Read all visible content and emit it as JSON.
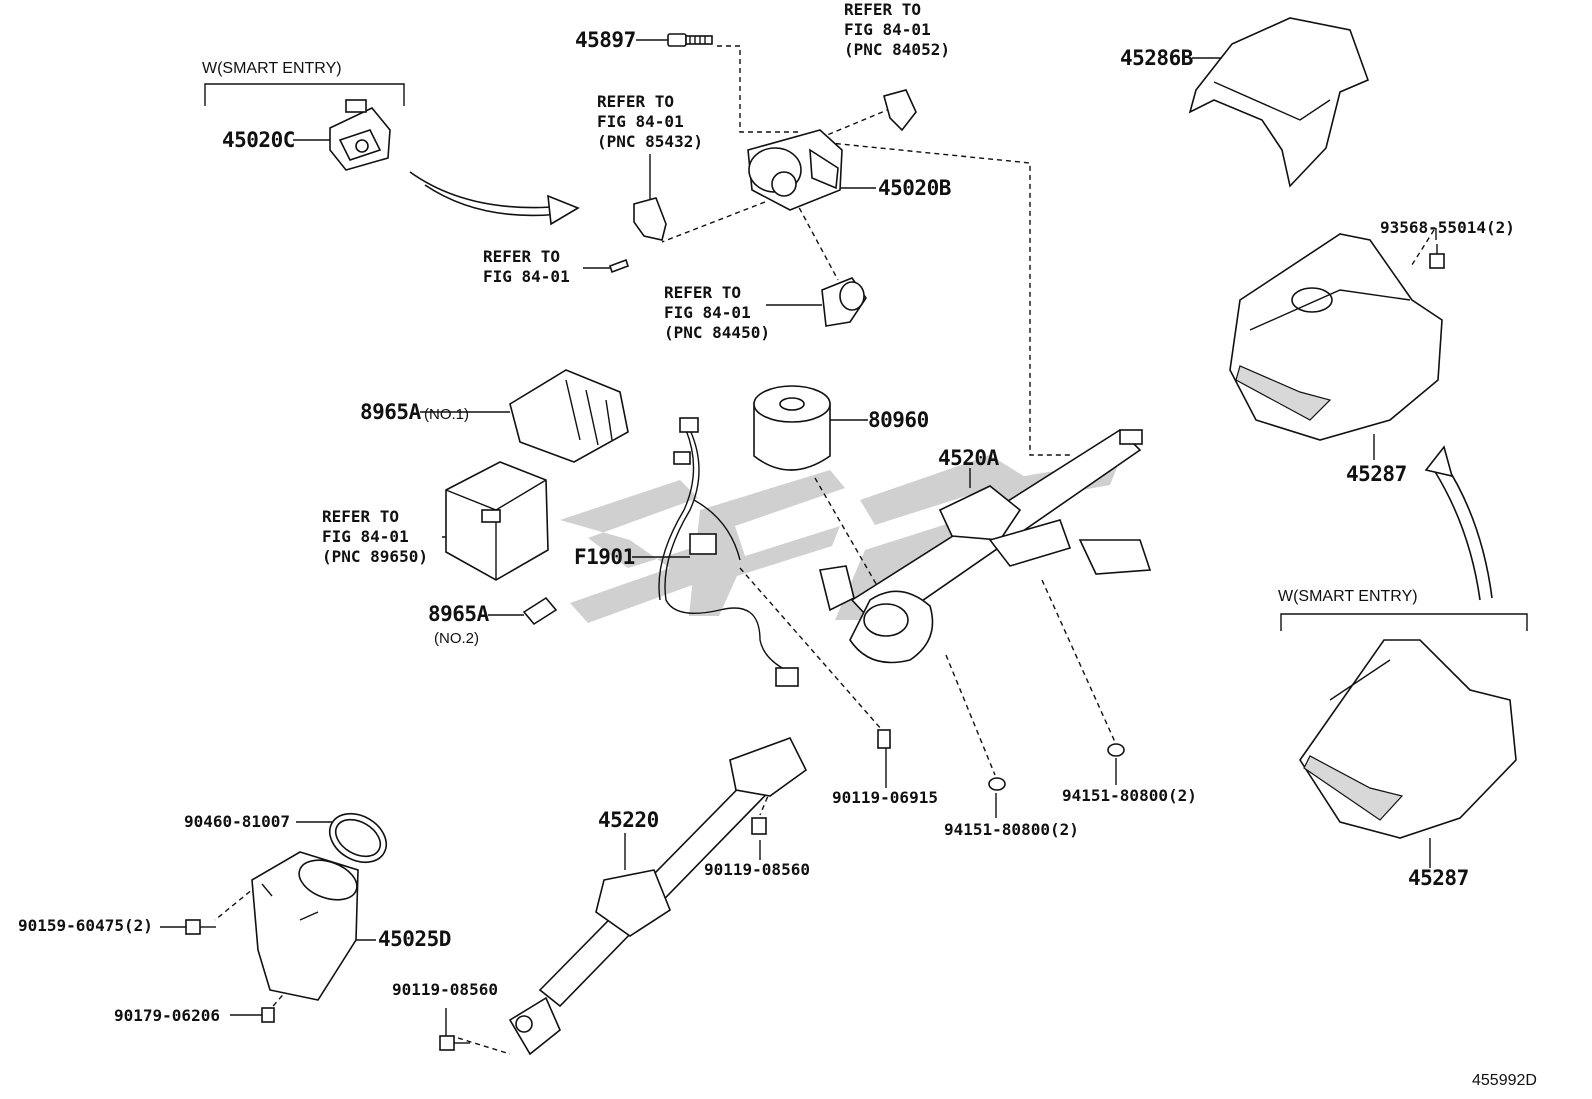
{
  "diagram_id": "455992D",
  "watermark": "GSF",
  "callouts": {
    "c45897": "45897",
    "c45020B": "45020B",
    "c45020C": "45020C",
    "c45286B": "45286B",
    "c93568": "93568-55014(2)",
    "c45287a": "45287",
    "c45287b": "45287",
    "c80960": "80960",
    "c4520A": "4520A",
    "c8965A1": "8965A",
    "c8965A1_sub": "(NO.1)",
    "c8965A2": "8965A",
    "c8965A2_sub": "(NO.2)",
    "cF1901": "F1901",
    "c90119_06915": "90119-06915",
    "c94151_a": "94151-80800(2)",
    "c94151_b": "94151-80800(2)",
    "c90119_08560a": "90119-08560",
    "c90119_08560b": "90119-08560",
    "c45220": "45220",
    "c90460": "90460-81007",
    "c90159": "90159-60475(2)",
    "c45025D": "45025D",
    "c90179": "90179-06206"
  },
  "notes": {
    "smart_entry_left": "W(SMART ENTRY)",
    "smart_entry_right": "W(SMART ENTRY)"
  },
  "references": {
    "r84052": [
      "REFER TO",
      "FIG 84-01",
      "(PNC 84052)"
    ],
    "r85432": [
      "REFER TO",
      "FIG 84-01",
      "(PNC 85432)"
    ],
    "rplain": [
      "REFER TO",
      "FIG 84-01"
    ],
    "r84450": [
      "REFER TO",
      "FIG 84-01",
      "(PNC 84450)"
    ],
    "r89650": [
      "REFER TO",
      "FIG 84-01",
      "(PNC 89650)"
    ]
  },
  "icons": [
    "smart-entry-switch",
    "ignition-lock",
    "steering-column",
    "column-cover",
    "intermediate-shaft",
    "dust-seal",
    "ecu-module",
    "wire-harness"
  ]
}
